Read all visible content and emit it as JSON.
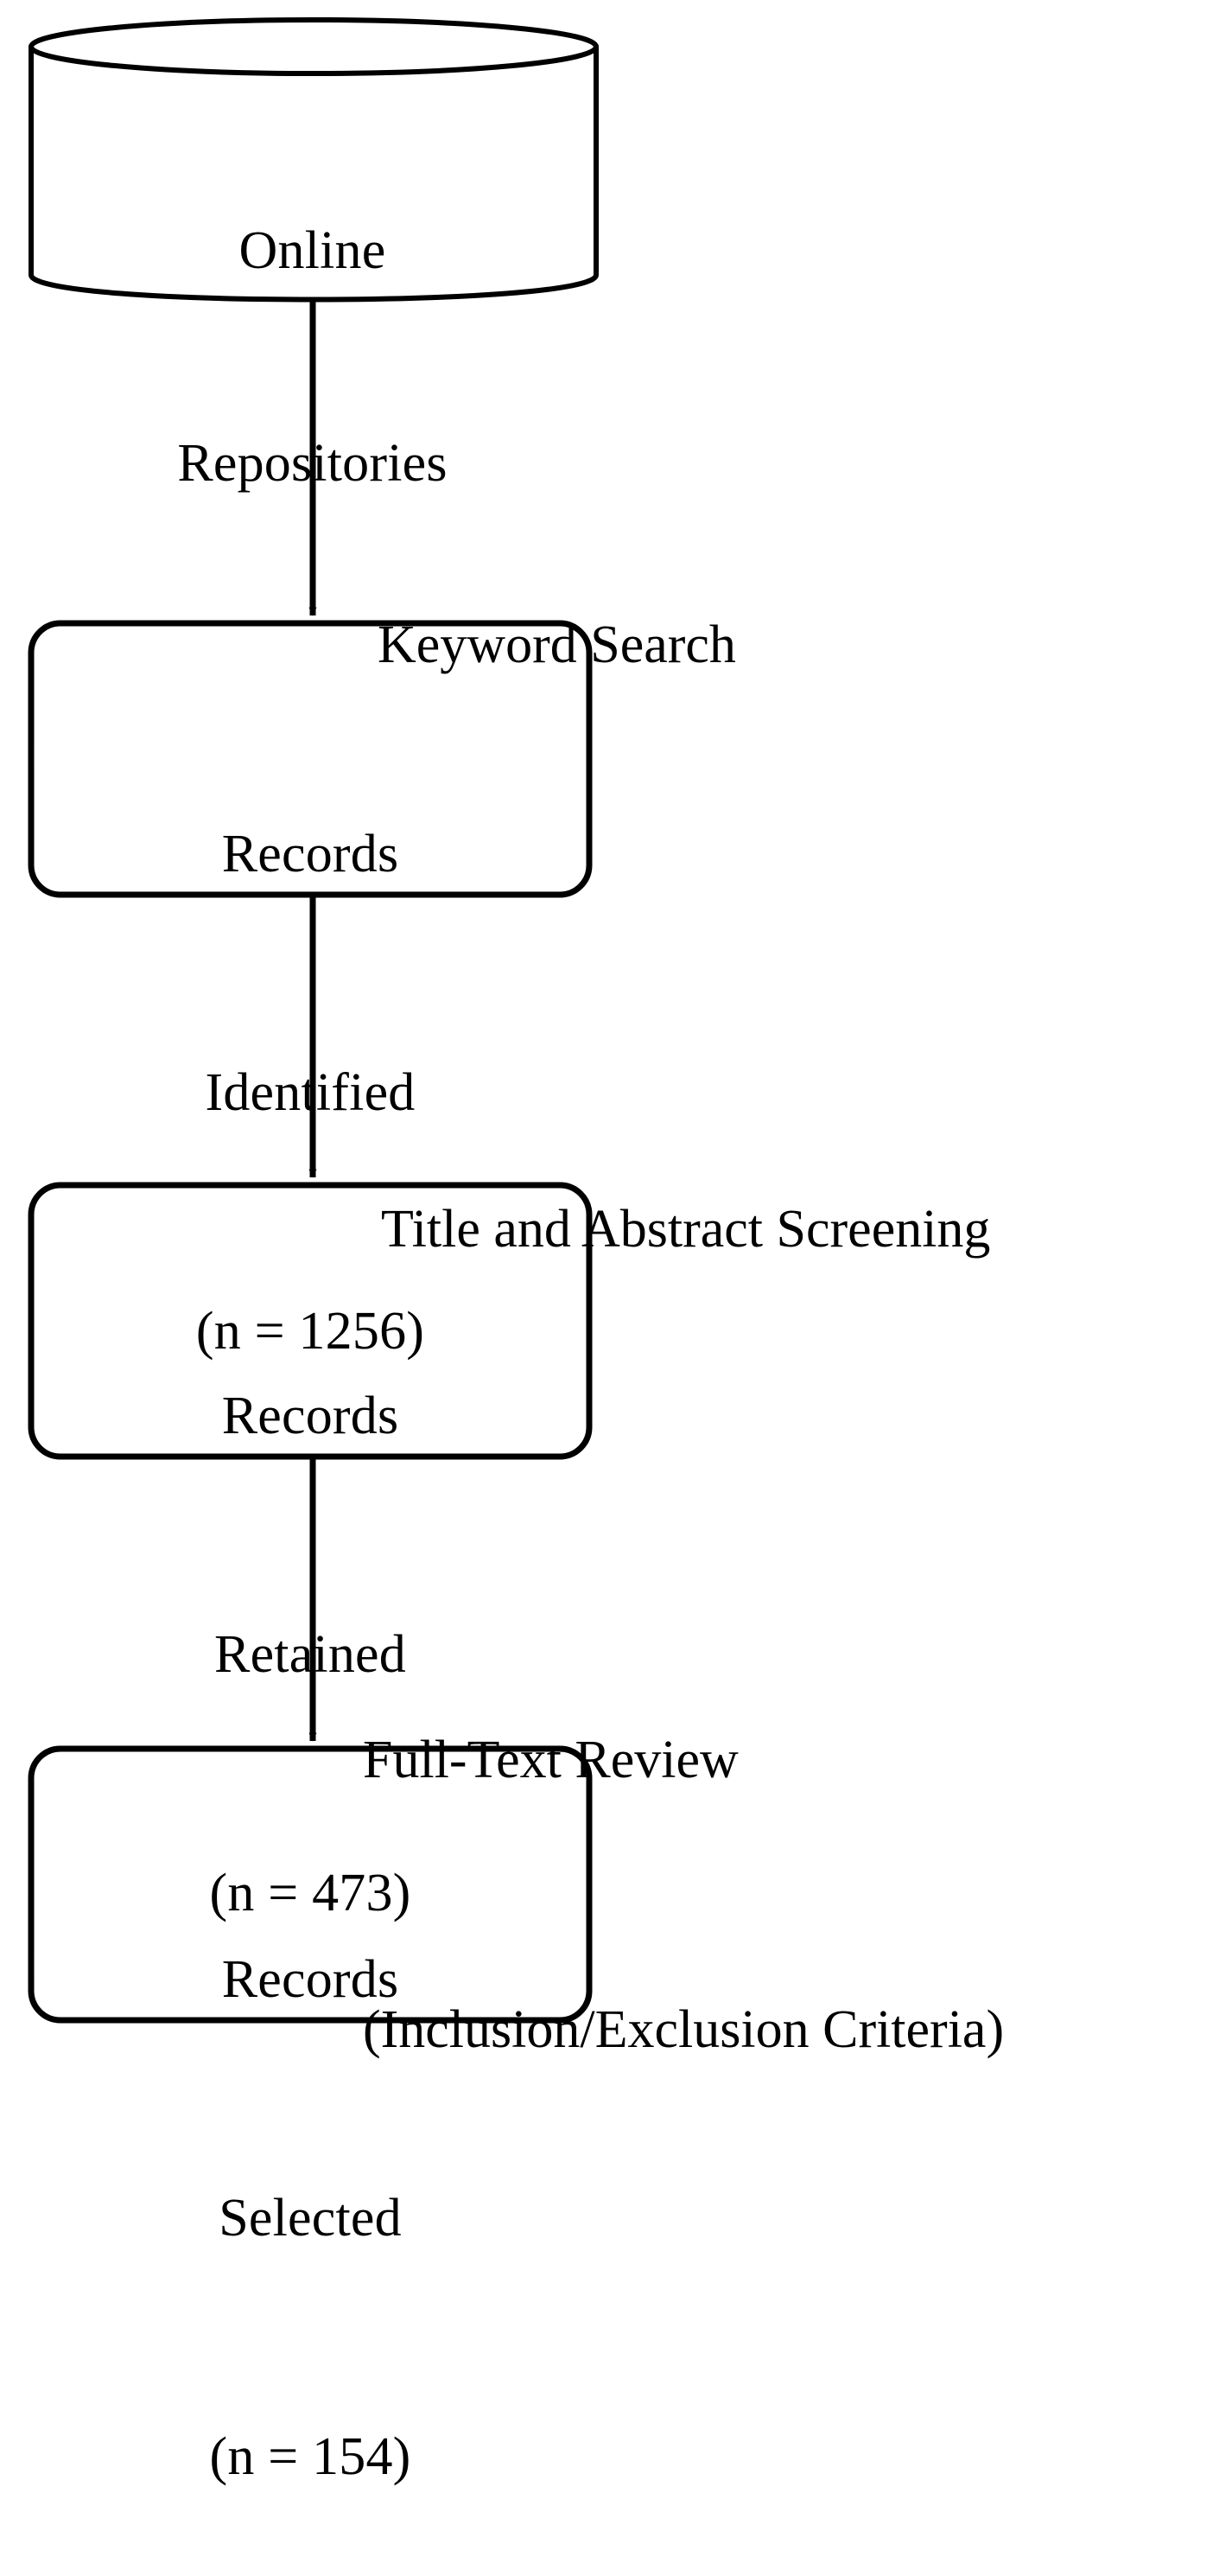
{
  "diagram": {
    "title": "Literature Selection Flow Diagram",
    "type": "flowchart",
    "orientation": "top-to-bottom",
    "background_color": "#ffffff",
    "stroke_color": "#000000",
    "text_color": "#000000",
    "nodes": [
      {
        "id": "source",
        "shape": "cylinder",
        "lines": [
          "Online",
          "Repositories"
        ]
      },
      {
        "id": "identified",
        "shape": "rounded-rectangle",
        "lines": [
          "Records",
          "Identified",
          "(n = 1256)"
        ],
        "label": "Records Identified",
        "count": 1256
      },
      {
        "id": "retained",
        "shape": "rounded-rectangle",
        "lines": [
          "Records",
          "Retained",
          "(n = 473)"
        ],
        "label": "Records Retained",
        "count": 473
      },
      {
        "id": "selected",
        "shape": "rounded-rectangle",
        "lines": [
          "Records",
          "Selected",
          "(n = 154)"
        ],
        "label": "Records Selected",
        "count": 154
      }
    ],
    "edges": [
      {
        "id": "edge-1",
        "from": "source",
        "to": "identified",
        "lines": [
          "Keyword Search"
        ]
      },
      {
        "id": "edge-2",
        "from": "identified",
        "to": "retained",
        "lines": [
          "Title and Abstract Screening"
        ]
      },
      {
        "id": "edge-3",
        "from": "retained",
        "to": "selected",
        "lines": [
          "Full-Text Review",
          "(Inclusion/Exclusion Criteria)"
        ]
      }
    ]
  }
}
